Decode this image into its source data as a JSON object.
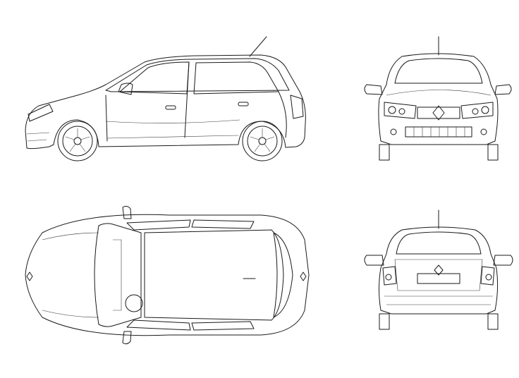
{
  "drawing": {
    "background": "#ffffff",
    "line_color": "#1a1a1a",
    "views": [
      "side-view",
      "front-view",
      "top-view",
      "rear-view"
    ]
  }
}
